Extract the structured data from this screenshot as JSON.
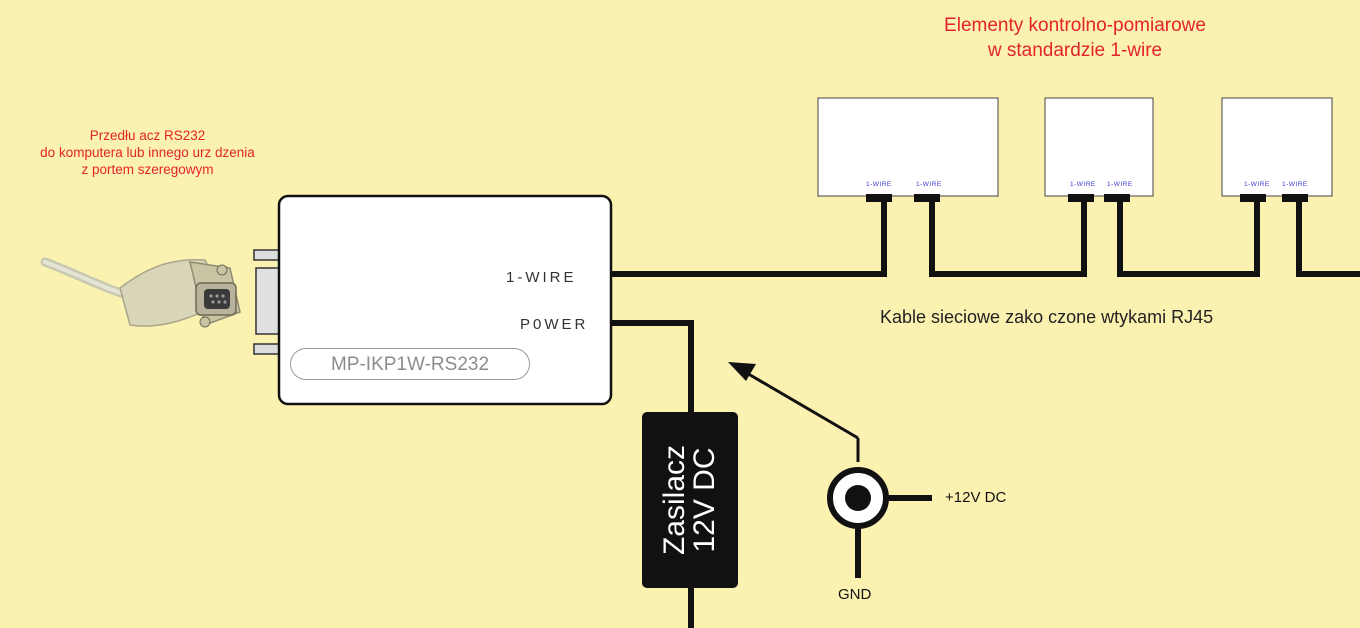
{
  "sensors_title": {
    "line1": "Elementy kontrolno-pomiarowe",
    "line2": "w standardzie 1-wire"
  },
  "rs232_caption": {
    "line1": "Przedłu  acz RS232",
    "line2": "do komputera lub innego urz  dzenia",
    "line3": "z portem szeregowym"
  },
  "module": {
    "port_1wire": "1-WIRE",
    "port_power": "P0WER",
    "model": "MP-IKP1W-RS232"
  },
  "sensor_modules": [
    {
      "port_a": "1-WIRE",
      "port_b": "1-WIRE"
    },
    {
      "port_a": "1-WIRE",
      "port_b": "1-WIRE"
    },
    {
      "port_a": "1-WIRE",
      "port_b": "1-WIRE"
    }
  ],
  "cable_caption": "Kable sieciowe zako  czone wtykami RJ45",
  "power_supply": {
    "line1": "Zasilacz",
    "line2": "12V DC"
  },
  "jack": {
    "plus_label": "+12V DC",
    "gnd_label": "GND"
  },
  "colors": {
    "background": "#fbf1b0",
    "caption_red": "#e3242b",
    "wire": "#111111",
    "sensor_port_text": "#3b3bd6"
  },
  "icons": {
    "serial_connector": "db9-connector-icon",
    "dc_jack": "dc-jack-icon"
  }
}
